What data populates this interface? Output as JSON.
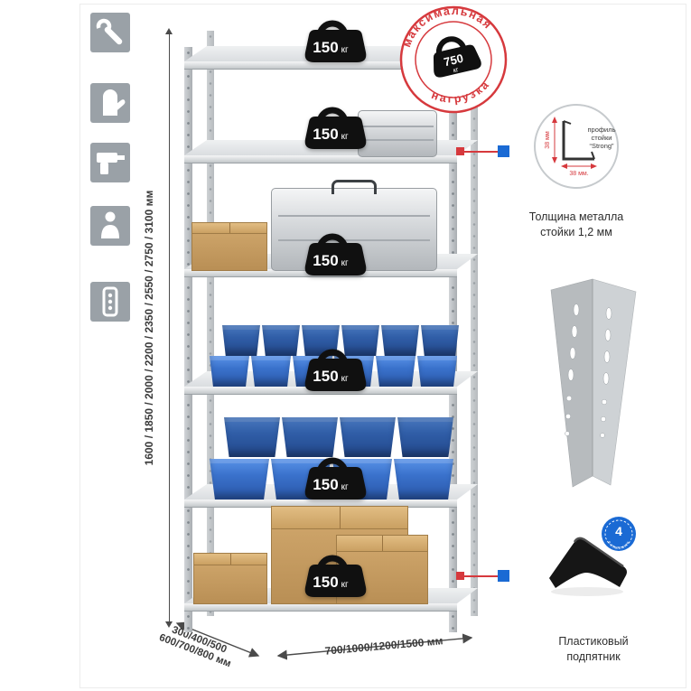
{
  "page": {
    "background": "#ffffff",
    "accent_red": "#d6393d",
    "accent_blue": "#1a6ad4",
    "icon_gray": "#9aa1a7"
  },
  "left_icons": [
    "wrench-icon",
    "glove-icon",
    "drill-icon",
    "person-icon",
    "level-icon"
  ],
  "dimensions": {
    "height_mm": "1600 / 1850 / 2000 / 2200 / 2350 / 2550 / 2750 / 3100 мм",
    "depth_line1": "300/400/500",
    "depth_line2": "600/700/800 мм",
    "width_mm": "700/1000/1200/1500 мм"
  },
  "shelf_load": {
    "value": "150",
    "unit": "кг",
    "shelf_count": 6
  },
  "max_load_stamp": {
    "arc_top": "максимальная",
    "arc_bottom": "нагрузка",
    "value": "750",
    "unit": "кг"
  },
  "profile_callout": {
    "label_line1": "профиль",
    "label_line2": "стойки",
    "label_line3": "“Strong”",
    "dim_side": "38 мм",
    "dim_bottom": "38 мм.",
    "caption": "Толщина металла стойки 1,2 мм"
  },
  "foot_callout": {
    "badge_value": "4",
    "badge_arc": "в комплекте",
    "caption": "Пластиковый подпятник"
  }
}
